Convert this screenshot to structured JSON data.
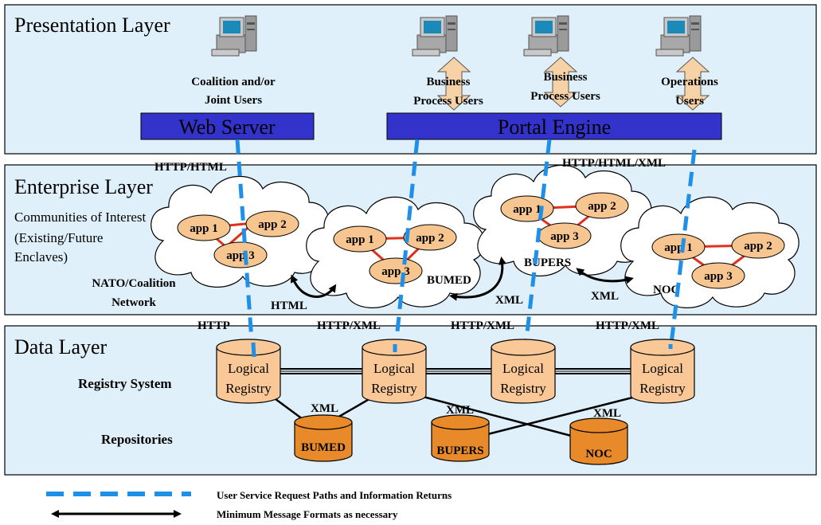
{
  "layers": {
    "presentation": "Presentation Layer",
    "enterprise": "Enterprise Layer",
    "enterprise_sub1": "Communities of Interest",
    "enterprise_sub2": "(Existing/Future",
    "enterprise_sub3": "Enclaves)",
    "data": "Data Layer"
  },
  "users": {
    "coalition1": "Coalition and/or",
    "coalition2": "Joint Users",
    "bp1_line1": "Business",
    "bp1_line2": "Process Users",
    "bp2_line1": "Business",
    "bp2_line2": "Process Users",
    "ops_line1": "Operations",
    "ops_line2": "Users"
  },
  "servers": {
    "web": "Web Server",
    "portal": "Portal Engine"
  },
  "protocols": {
    "http_html": "HTTP/HTML",
    "http_html_xml": "HTTP/HTML/XML",
    "html": "HTML",
    "xml1": "XML",
    "xml2": "XML",
    "http": "HTTP",
    "http_xml1": "HTTP/XML",
    "http_xml2": "HTTP/XML",
    "http_xml3": "HTTP/XML",
    "xml_r1": "XML",
    "xml_r2": "XML",
    "xml_r3": "XML"
  },
  "apps": {
    "app1": "app 1",
    "app2": "app 2",
    "app3": "app 3"
  },
  "clouds": {
    "bumed": "BUMED",
    "bupers": "BUPERS",
    "noc": "NOC",
    "nato1": "NATO/Coalition",
    "nato2": "Network"
  },
  "registry": {
    "label": "Registry System",
    "db_line1": "Logical",
    "db_line2": "Registry"
  },
  "repos": {
    "label": "Repositories",
    "bumed": "BUMED",
    "bupers": "BUPERS",
    "noc": "NOC"
  },
  "legend": {
    "dashed": "User Service Request Paths and Information Returns",
    "arrow": "Minimum Message Formats as necessary"
  },
  "colors": {
    "layer_fill": "#dff0fa",
    "server_fill": "#3333cc",
    "app_fill": "#f7c58f",
    "db_fill": "#f9c896",
    "repo_fill": "#e88a2a",
    "dash": "#1e90e8",
    "link": "#e0301e"
  }
}
